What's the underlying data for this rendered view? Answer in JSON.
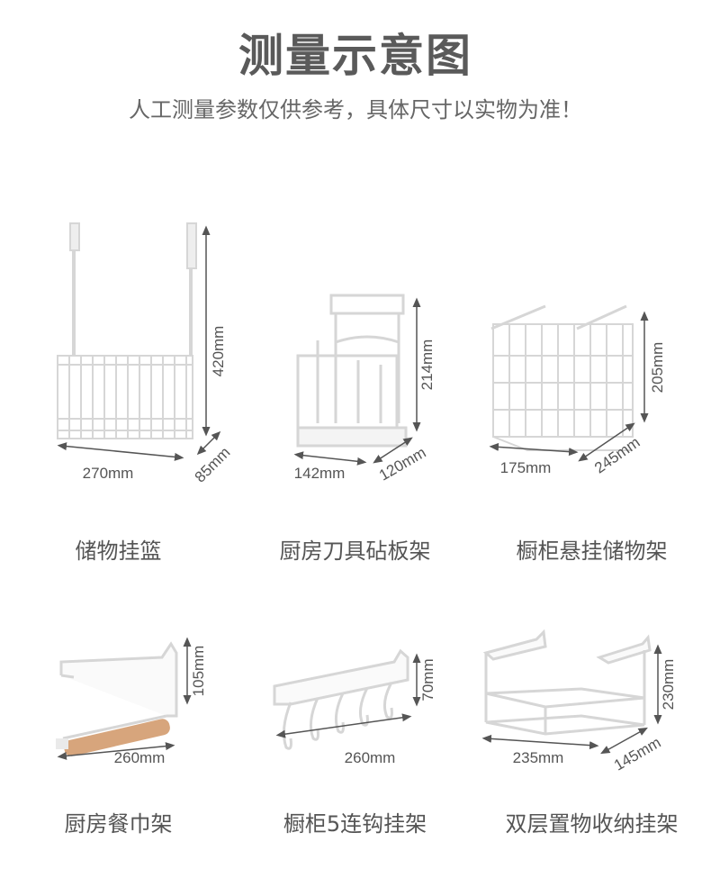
{
  "header": {
    "title": "测量示意图",
    "subtitle": "人工测量参数仅供参考，具体尺寸以实物为准！"
  },
  "items": [
    {
      "name": "储物挂篮",
      "dims": {
        "width": "270mm",
        "depth": "85mm",
        "height": "420mm"
      }
    },
    {
      "name": "厨房刀具砧板架",
      "dims": {
        "width": "142mm",
        "depth": "120mm",
        "height": "214mm"
      }
    },
    {
      "name": "橱柜悬挂储物架",
      "dims": {
        "width": "175mm",
        "depth": "245mm",
        "height": "205mm"
      }
    },
    {
      "name": "厨房餐巾架",
      "dims": {
        "width": "260mm",
        "height": "105mm"
      }
    },
    {
      "name": "橱柜5连钩挂架",
      "dims": {
        "width": "260mm",
        "height": "70mm"
      }
    },
    {
      "name": "双层置物收纳挂架",
      "dims": {
        "width": "235mm",
        "depth": "145mm",
        "height": "230mm"
      }
    }
  ]
}
